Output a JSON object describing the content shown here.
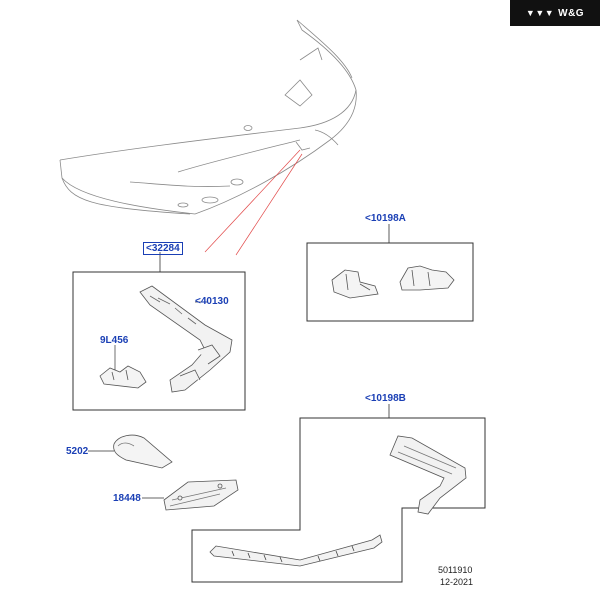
{
  "brand": {
    "logo_text": "W&G"
  },
  "callouts": {
    "main_assembly": "<32284",
    "corner_bracket": "<40130",
    "small_clip": "9L456",
    "kit_a": "<10198A",
    "kit_b": "<10198B",
    "cover": "5202",
    "bracket_lower": "18448"
  },
  "footer": {
    "diagram_number": "5011910",
    "date": "12-2021"
  },
  "colors": {
    "callout": "#1a3fb5",
    "leader_red": "#e24b4b",
    "outline": "#555555",
    "frame": "#333333"
  }
}
